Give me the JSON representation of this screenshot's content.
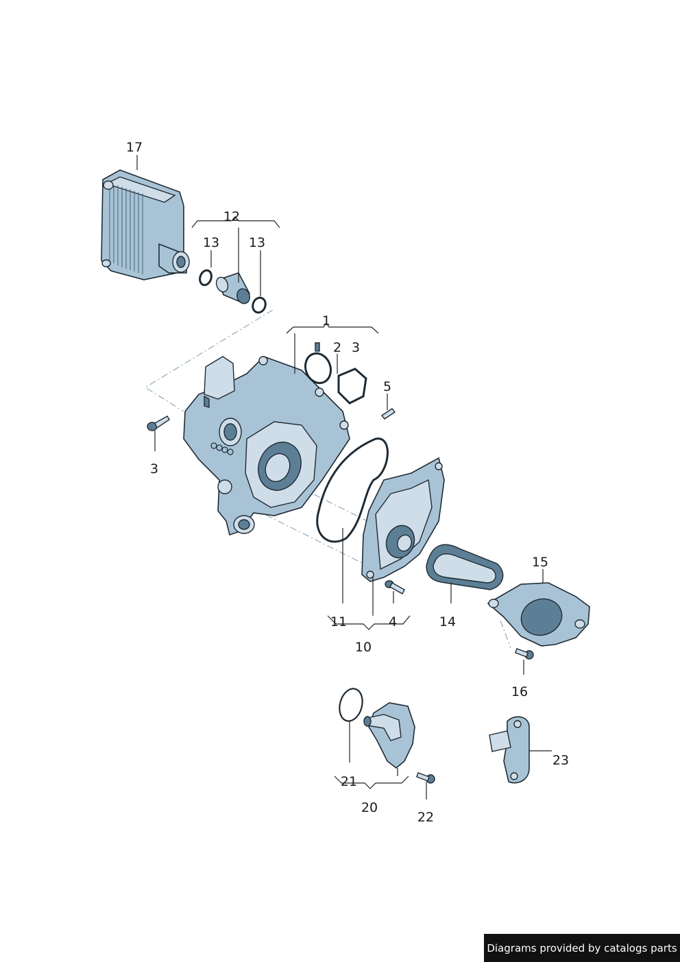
{
  "labels": {
    "l17": "17",
    "l12": "12",
    "l13a": "13",
    "l13b": "13",
    "l1": "1",
    "l2": "2",
    "l3a": "3",
    "l3b": "3",
    "l5": "5",
    "l11": "11",
    "l4": "4",
    "l10": "10",
    "l14": "14",
    "l15": "15",
    "l16": "16",
    "l21": "21",
    "l20": "20",
    "l22": "22",
    "l23": "23"
  },
  "footer": {
    "text": "Diagrams provided by catalogs parts"
  }
}
